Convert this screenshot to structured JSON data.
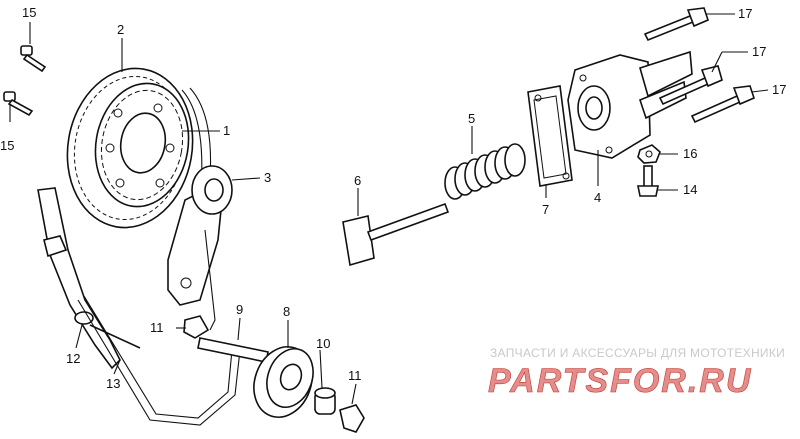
{
  "watermark": {
    "tagline": "ЗАПЧАСТИ И АКСЕССУАРЫ ДЛЯ МОТОТЕХНИКИ",
    "logo": "PARTSFOR.RU",
    "tagline_color": "#c9c9c9",
    "logo_color": "#e58c8c"
  },
  "callouts": {
    "c1": "1",
    "c2": "2",
    "c3": "3",
    "c4": "4",
    "c5": "5",
    "c6": "6",
    "c7": "7",
    "c8": "8",
    "c9": "9",
    "c10": "10",
    "c11a": "11",
    "c11b": "11",
    "c12": "12",
    "c13": "13",
    "c14": "14",
    "c15a": "15",
    "c15b": "15",
    "c16": "16",
    "c17a": "17",
    "c17b": "17",
    "c17c": "17"
  }
}
